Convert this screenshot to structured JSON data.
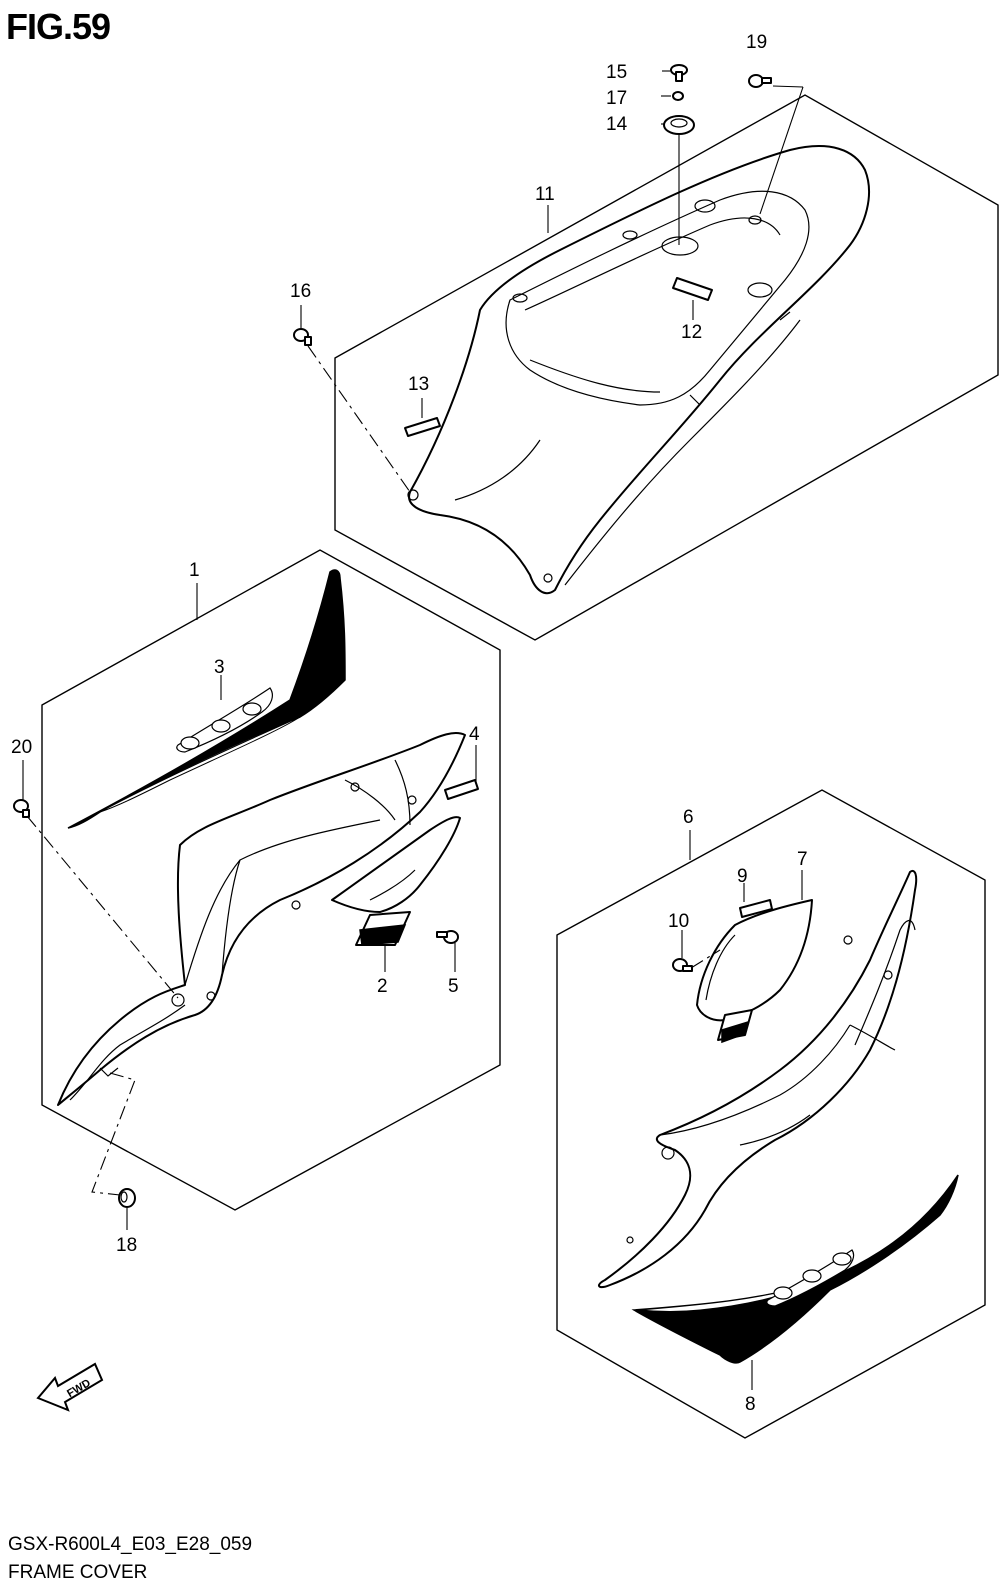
{
  "figure": {
    "title": "FIG.59",
    "code": "GSX-R600L4_E03_E28_059",
    "name": "FRAME COVER"
  },
  "fwd_label": "FWD",
  "callouts": [
    {
      "id": "c1",
      "text": "1"
    },
    {
      "id": "c2",
      "text": "2"
    },
    {
      "id": "c3",
      "text": "3"
    },
    {
      "id": "c4",
      "text": "4"
    },
    {
      "id": "c5",
      "text": "5"
    },
    {
      "id": "c6",
      "text": "6"
    },
    {
      "id": "c7",
      "text": "7"
    },
    {
      "id": "c8",
      "text": "8"
    },
    {
      "id": "c9",
      "text": "9"
    },
    {
      "id": "c10",
      "text": "10"
    },
    {
      "id": "c11",
      "text": "11"
    },
    {
      "id": "c12",
      "text": "12"
    },
    {
      "id": "c13",
      "text": "13"
    },
    {
      "id": "c14",
      "text": "14"
    },
    {
      "id": "c15",
      "text": "15"
    },
    {
      "id": "c16",
      "text": "16"
    },
    {
      "id": "c17",
      "text": "17"
    },
    {
      "id": "c18",
      "text": "18"
    },
    {
      "id": "c19",
      "text": "19"
    },
    {
      "id": "c20",
      "text": "20"
    }
  ]
}
